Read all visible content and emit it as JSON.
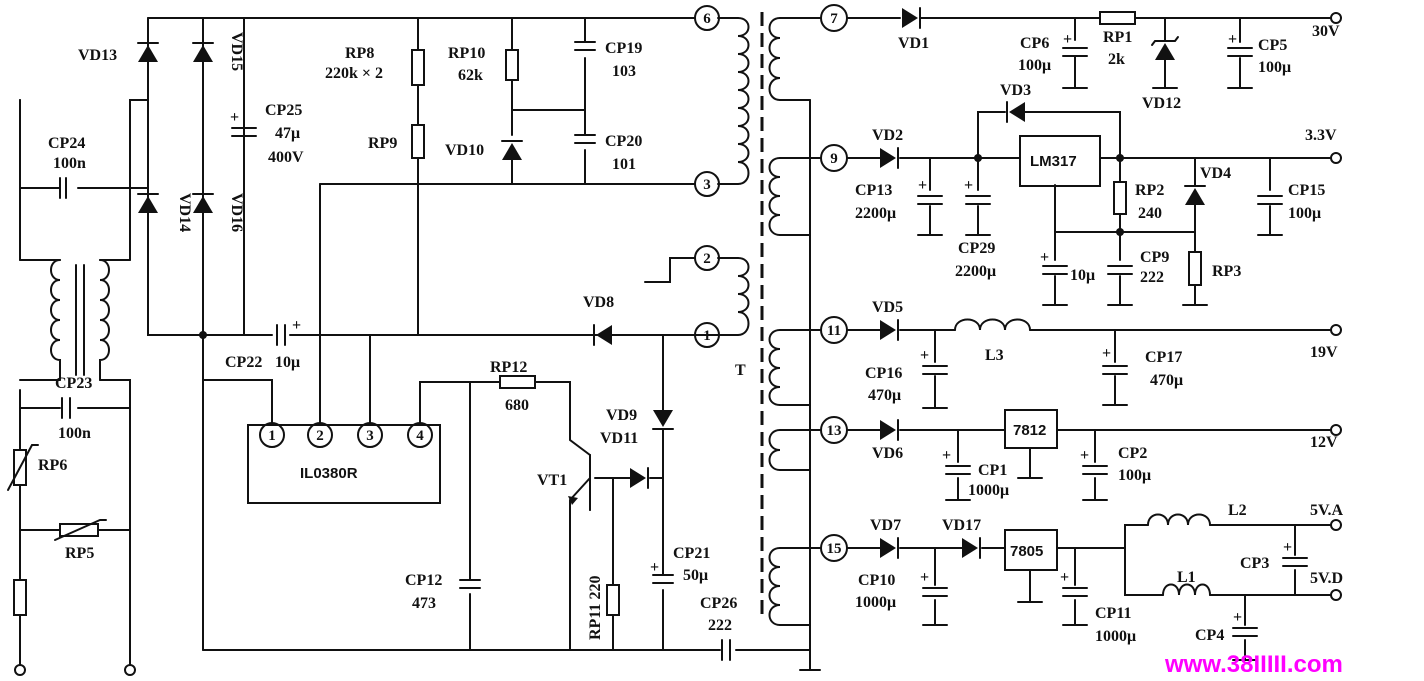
{
  "labels": {
    "VD13": "VD13",
    "VD15": "VD15",
    "VD14": "VD14",
    "VD16": "VD16",
    "CP25": "CP25",
    "CP25v": "47μ",
    "CP25u": "400V",
    "CP24": "CP24",
    "CP24v": "100n",
    "CP23": "CP23",
    "CP23v": "100n",
    "RP6": "RP6",
    "RP5": "RP5",
    "RP8": "RP8",
    "RP8v": "220k × 2",
    "RP9": "RP9",
    "RP10": "RP10",
    "RP10v": "62k",
    "VD10": "VD10",
    "CP19": "CP19",
    "CP19v": "103",
    "CP20": "CP20",
    "CP20v": "101",
    "CP22": "CP22",
    "CP22v": "10μ",
    "VD8": "VD8",
    "RP12": "RP12",
    "RP12v": "680",
    "VT1": "VT1",
    "VD9": "VD9",
    "VD11": "VD11",
    "CP12": "CP12",
    "CP12v": "473",
    "RP11": "RP11 220",
    "CP21": "CP21",
    "CP21v": "50μ",
    "CP26": "CP26",
    "CP26v": "222",
    "IC": "IL0380R",
    "T": "T",
    "VD1": "VD1",
    "CP6": "CP6",
    "CP6v": "100μ",
    "RP1": "RP1",
    "RP1v": "2k",
    "VD12": "VD12",
    "CP5": "CP5",
    "CP5v": "100μ",
    "VD3": "VD3",
    "VD2": "VD2",
    "LM317": "LM317",
    "CP13": "CP13",
    "CP13v": "2200μ",
    "CP29": "CP29",
    "CP29v": "2200μ",
    "RP2": "RP2",
    "RP2v": "240",
    "VD4": "VD4",
    "CP15": "CP15",
    "CP15v": "100μ",
    "C10u": "10μ",
    "CP9": "CP9",
    "CP9v": "222",
    "RP3": "RP3",
    "VD5": "VD5",
    "L3": "L3",
    "CP16": "CP16",
    "CP16v": "470μ",
    "CP17": "CP17",
    "CP17v": "470μ",
    "VD6": "VD6",
    "REG12": "7812",
    "CP1": "CP1",
    "CP1v": "1000μ",
    "CP2": "CP2",
    "CP2v": "100μ",
    "VD7": "VD7",
    "VD17": "VD17",
    "REG5": "7805",
    "CP10": "CP10",
    "CP10v": "1000μ",
    "CP11": "CP11",
    "CP11v": "1000μ",
    "L2": "L2",
    "L1": "L1",
    "CP3": "CP3",
    "CP4": "CP4"
  },
  "outputs": {
    "o30": "30V",
    "o33": "3.3V",
    "o19": "19V",
    "o12": "12V",
    "o5a": "5V.A",
    "o5d": "5V.D"
  },
  "pins": {
    "p1": "1",
    "p2": "2",
    "p3": "3",
    "p6": "6",
    "p7": "7",
    "p9": "9",
    "p11": "11",
    "p13": "13",
    "p15": "15",
    "ic1": "1",
    "ic2": "2",
    "ic3": "3",
    "ic4": "4"
  },
  "watermark": "www.38IIIII.com"
}
